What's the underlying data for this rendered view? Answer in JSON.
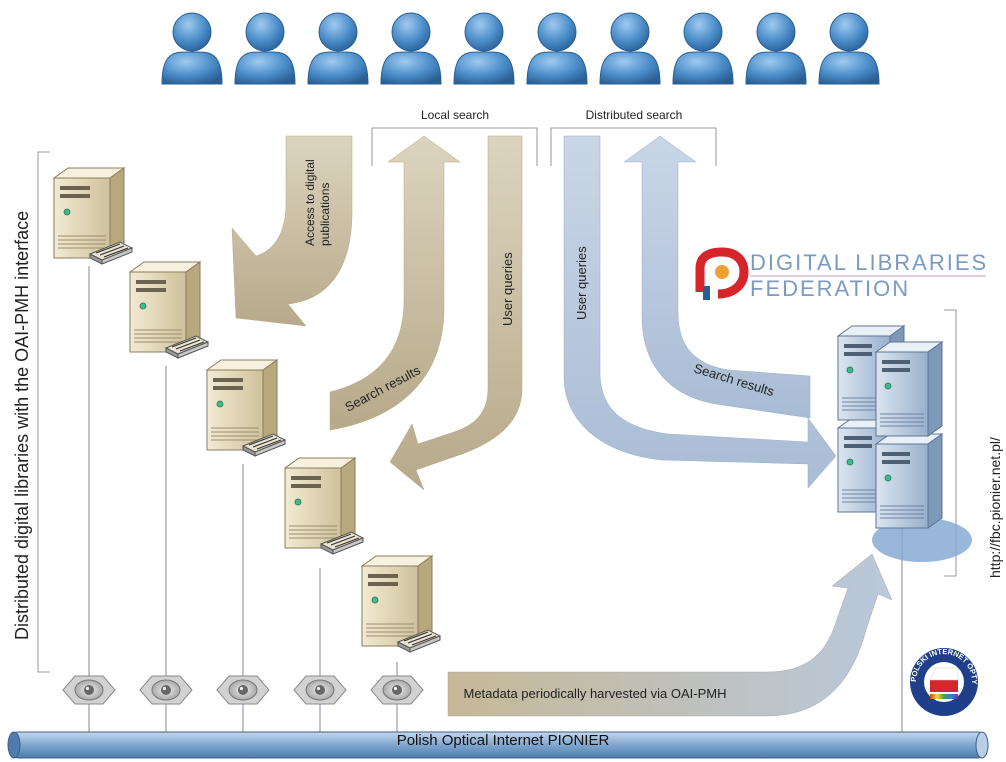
{
  "labels": {
    "local_search": "Local search",
    "distributed_search": "Distributed search",
    "access": [
      "Access to digital",
      "publications"
    ],
    "search_results_local": "Search results",
    "user_queries_local": "User queries",
    "user_queries_distributed": "User queries",
    "search_results_distributed": "Search results",
    "left_caption": "Distributed digital libraries with the OAI-PMH interface",
    "right_caption": "http://fbc.pionier.net.pl/",
    "harvest": "Metadata periodically harvested via OAI-PMH",
    "bus": "Polish Optical Internet PIONIER"
  },
  "logos": {
    "dlf_line1": "DIGITAL LIBRARIES",
    "dlf_line2": "FEDERATION",
    "pionier_seal": "POLSKI INTERNET OPTYCZNY"
  },
  "counts": {
    "users": 10,
    "library_servers": 5
  },
  "colors": {
    "local_arrow": "#c9bfa6",
    "distributed_arrow": "#b6c6dc",
    "user_blue": "#4a8cc8",
    "bus_blue": "#7fa6cf",
    "server_beige": "#e6dcc0",
    "server_blue": "#9fb4cc",
    "dlf_red": "#d6262b",
    "dlf_blue": "#7a9ac4"
  }
}
